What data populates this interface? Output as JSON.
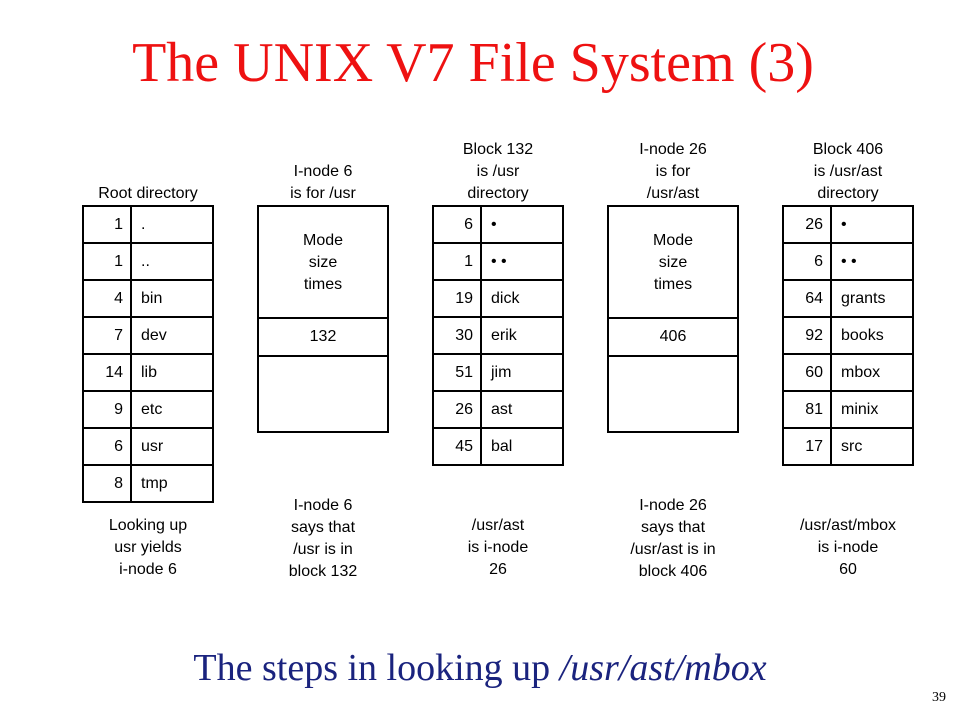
{
  "title": "The UNIX V7 File System (3)",
  "caption": {
    "text": "The steps in looking up ",
    "path": "/usr/ast/mbox"
  },
  "page_number": "39",
  "columns": [
    {
      "header": [
        "",
        "",
        "Root directory"
      ],
      "type": "directory",
      "rows": [
        {
          "num": "1",
          "name": "."
        },
        {
          "num": "1",
          "name": ".."
        },
        {
          "num": "4",
          "name": "bin"
        },
        {
          "num": "7",
          "name": "dev"
        },
        {
          "num": "14",
          "name": "lib"
        },
        {
          "num": "9",
          "name": "etc"
        },
        {
          "num": "6",
          "name": "usr"
        },
        {
          "num": "8",
          "name": "tmp"
        }
      ],
      "footer": [
        "Looking up",
        "usr yields",
        "i-node 6"
      ]
    },
    {
      "header": [
        "",
        "I-node 6",
        "is for /usr"
      ],
      "type": "inode",
      "meta": [
        "Mode",
        "size",
        "times"
      ],
      "block": "132",
      "footer": [
        "I-node 6",
        "says that",
        "/usr is in",
        "block 132"
      ]
    },
    {
      "header": [
        "Block 132",
        "is /usr",
        "directory"
      ],
      "type": "directory",
      "rows": [
        {
          "num": "6",
          "name": "•"
        },
        {
          "num": "1",
          "name": "• •"
        },
        {
          "num": "19",
          "name": "dick"
        },
        {
          "num": "30",
          "name": "erik"
        },
        {
          "num": "51",
          "name": "jim"
        },
        {
          "num": "26",
          "name": "ast"
        },
        {
          "num": "45",
          "name": "bal"
        }
      ],
      "footer": [
        "/usr/ast",
        "is i-node",
        "26"
      ]
    },
    {
      "header": [
        "I-node 26",
        "is for",
        "/usr/ast"
      ],
      "type": "inode",
      "meta": [
        "Mode",
        "size",
        "times"
      ],
      "block": "406",
      "footer": [
        "I-node 26",
        "says that",
        "/usr/ast is in",
        "block 406"
      ]
    },
    {
      "header": [
        "Block 406",
        "is /usr/ast",
        "directory"
      ],
      "type": "directory",
      "rows": [
        {
          "num": "26",
          "name": "•"
        },
        {
          "num": "6",
          "name": "• •"
        },
        {
          "num": "64",
          "name": "grants"
        },
        {
          "num": "92",
          "name": "books"
        },
        {
          "num": "60",
          "name": "mbox"
        },
        {
          "num": "81",
          "name": "minix"
        },
        {
          "num": "17",
          "name": "src"
        }
      ],
      "footer": [
        "/usr/ast/mbox",
        "is i-node",
        "60"
      ]
    }
  ]
}
